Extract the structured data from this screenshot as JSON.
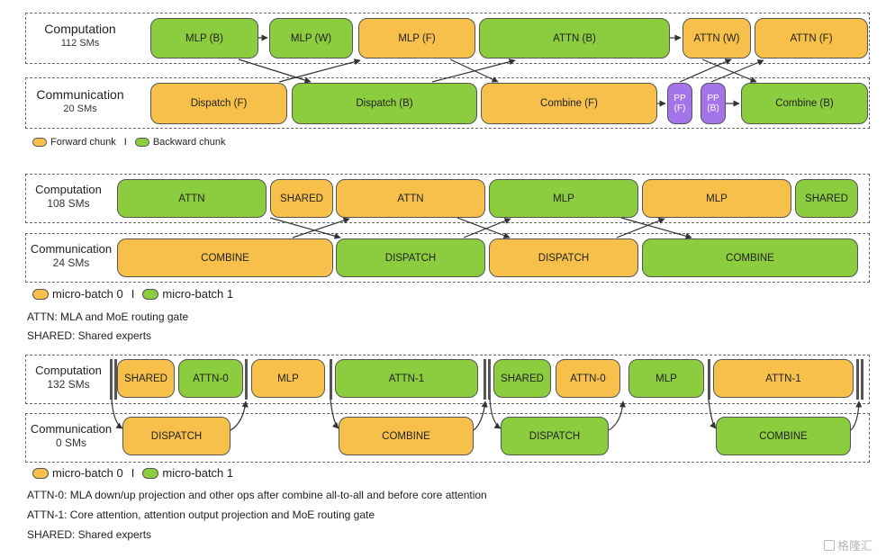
{
  "section1": {
    "computation": {
      "title": "Computation",
      "sms": "112 SMs",
      "blocks": [
        "MLP (B)",
        "MLP (W)",
        "MLP (F)",
        "ATTN (B)",
        "ATTN (W)",
        "ATTN (F)"
      ]
    },
    "communication": {
      "title": "Communication",
      "sms": "20 SMs",
      "blocks": [
        "Dispatch (F)",
        "Dispatch (B)",
        "Combine (F)",
        "PP\n(F)",
        "PP\n(B)",
        "Combine (B)"
      ]
    },
    "legend": {
      "a": "Forward chunk",
      "sep": "I",
      "b": "Backward chunk"
    }
  },
  "section2": {
    "computation": {
      "title": "Computation",
      "sms": "108 SMs",
      "blocks": [
        "ATTN",
        "SHARED",
        "ATTN",
        "MLP",
        "MLP",
        "SHARED"
      ]
    },
    "communication": {
      "title": "Communication",
      "sms": "24 SMs",
      "blocks": [
        "COMBINE",
        "DISPATCH",
        "DISPATCH",
        "COMBINE"
      ]
    },
    "legend": {
      "a": "micro-batch 0",
      "sep": "I",
      "b": "micro-batch 1"
    },
    "notes": [
      "ATTN: MLA and MoE routing gate",
      "SHARED: Shared experts"
    ]
  },
  "section3": {
    "computation": {
      "title": "Computation",
      "sms": "132 SMs",
      "blocks": [
        "SHARED",
        "ATTN-0",
        "MLP",
        "ATTN-1",
        "SHARED",
        "ATTN-0",
        "MLP",
        "ATTN-1"
      ]
    },
    "communication": {
      "title": "Communication",
      "sms": "0 SMs",
      "blocks": [
        "DISPATCH",
        "COMBINE",
        "DISPATCH",
        "COMBINE"
      ]
    },
    "legend": {
      "a": "micro-batch 0",
      "sep": "I",
      "b": "micro-batch 1"
    },
    "notes": [
      "ATTN-0: MLA down/up projection and other ops after combine all-to-all and before core attention",
      "ATTN-1: Core attention, attention output projection and MoE routing gate",
      "SHARED: Shared experts"
    ]
  },
  "colors": {
    "forward": "#f7c04a",
    "backward": "#8ccc3f",
    "pp": "#a474ea"
  },
  "watermark": "格隆汇"
}
